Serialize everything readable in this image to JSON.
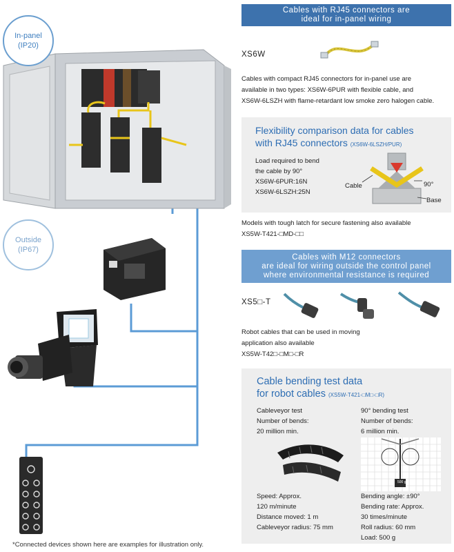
{
  "badges": {
    "inpanel_line1": "In-panel",
    "inpanel_line2": "(IP20)",
    "outside_line1": "Outside",
    "outside_line2": "(IP67)"
  },
  "footnote": "*Connected devices shown here are examples for illustration only.",
  "rj45": {
    "band_line1": "Cables with RJ45 connectors are",
    "band_line2": "ideal for in-panel wiring",
    "model": "XS6W",
    "desc_line1": "Cables with compact RJ45 connectors for in-panel use are",
    "desc_line2": "available in two types: XS6W-6PUR with flexible cable, and",
    "desc_line3": "XS6W-6LSZH with flame-retardant low smoke zero halogen cable."
  },
  "flex": {
    "title_line1": "Flexibility comparison data for cables",
    "title_line2": "with RJ45 connectors",
    "title_note": "(XS6W-6LSZH/PUR)",
    "load_line1": "Load required to bend",
    "load_line2": "the cable by 90°",
    "pur": "XS6W-6PUR:16N",
    "lszh": "XS6W-6LSZH:25N",
    "label_cable": "Cable",
    "label_angle": "90°",
    "label_base": "Base"
  },
  "latch": {
    "line1": "Models with tough latch for secure fastening also available",
    "line2": "XS5W-T421-□MD-□□"
  },
  "m12": {
    "band_line1": "Cables with M12 connectors",
    "band_line2": "are ideal for wiring outside the control panel",
    "band_line3": "where environmental resistance is required",
    "model": "XS5□-T",
    "robot_line1": "Robot cables that can be used in moving",
    "robot_line2": "application also available",
    "robot_line3": "XS5W-T42□-□M□-□R"
  },
  "bending": {
    "title_line1": "Cable bending test data",
    "title_line2": "for robot cables",
    "title_note": "(XS5W-T421-□M□-□R)",
    "left": {
      "head1": "Cableveyor test",
      "head2": "Number of bends:",
      "head3": "20 million min.",
      "spec1": "Speed: Approx.",
      "spec2": "120 m/minute",
      "spec3": "Distance moved: 1 m",
      "spec4": "Cableveyor radius: 75 mm"
    },
    "right": {
      "head1": "90° bending test",
      "head2": "Number of bends:",
      "head3": "6 million min.",
      "weight_label": "500 g",
      "spec1": "Bending angle: ±90°",
      "spec2": "Bending rate: Approx.",
      "spec3": "30 times/minute",
      "spec4": "Roll radius: 60 mm",
      "spec5": "Load: 500 g"
    }
  }
}
